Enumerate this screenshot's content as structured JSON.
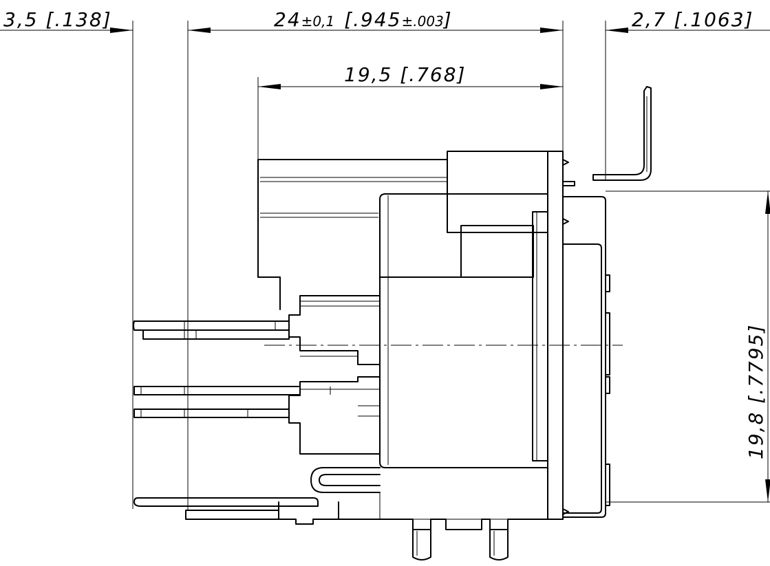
{
  "dimensions": {
    "left_offset": "3,5  [.138]",
    "overall_width_main": "24",
    "overall_width_tol": "±0,1",
    "overall_width_bracket": "[.945",
    "overall_width_bracket_tol": "±.003",
    "overall_width_bracket_close": "]",
    "right_offset": "2,7  [.1063]",
    "body_length": "19,5  [.768]",
    "height": "19,8  [.7795]"
  }
}
